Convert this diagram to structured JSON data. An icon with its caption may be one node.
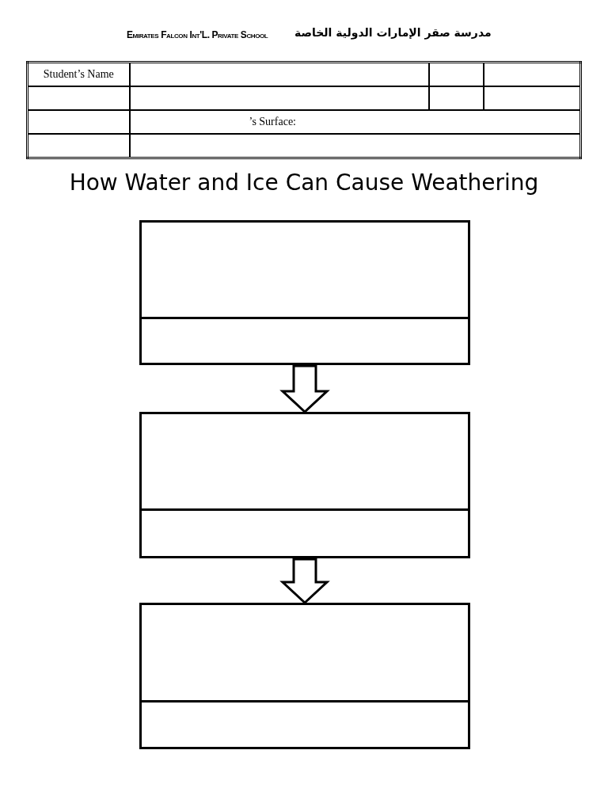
{
  "diagram": {
    "title": "How Water and Ice Can Cause Weathering",
    "nodes": [
      {
        "text": [],
        "shape": "box"
      },
      {
        "text": [],
        "shape": "box"
      },
      {
        "text": [],
        "shape": "box"
      },
      {
        "text": [],
        "shape": "box"
      },
      {
        "text": [],
        "shape": "box"
      },
      {
        "text": [],
        "shape": "box"
      }
    ],
    "edges": [
      {
        "from": 1,
        "to": 2,
        "arrow": "to"
      },
      {
        "from": 3,
        "to": 4,
        "arrow": "to"
      }
    ],
    "labels": [
      "Emirates Falcon Int'L. Private School",
      "مدرسة صقر الإمارات الدولية الخاصة",
      "Student’s Name",
      "’s Surface:"
    ]
  }
}
